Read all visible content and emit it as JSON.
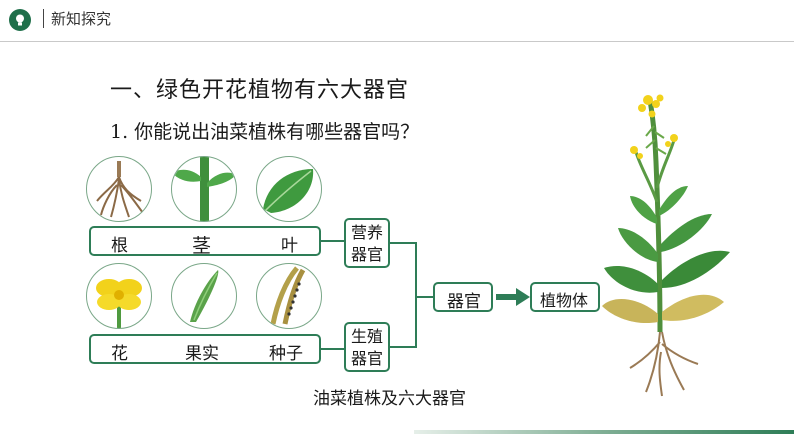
{
  "header": {
    "title": "新知探究",
    "icon": "lightbulb-icon",
    "accent": "#1f6f4a"
  },
  "heading": "一、绿色开花植物有六大器官",
  "question": "1. 你能说出油菜植株有哪些器官吗？",
  "organs_row1": {
    "root": "根",
    "stem": "茎",
    "leaf": "叶"
  },
  "organs_row2": {
    "flower": "花",
    "fruit": "果实",
    "seed": "种子"
  },
  "groups": {
    "vegetative": [
      "营养",
      "器官"
    ],
    "reproductive": [
      "生殖",
      "器官"
    ]
  },
  "organ_label": "器官",
  "plant_label": "植物体",
  "caption": "油菜植株及六大器官",
  "colors": {
    "line": "#2e7d57",
    "flower": "#f2d21b"
  }
}
